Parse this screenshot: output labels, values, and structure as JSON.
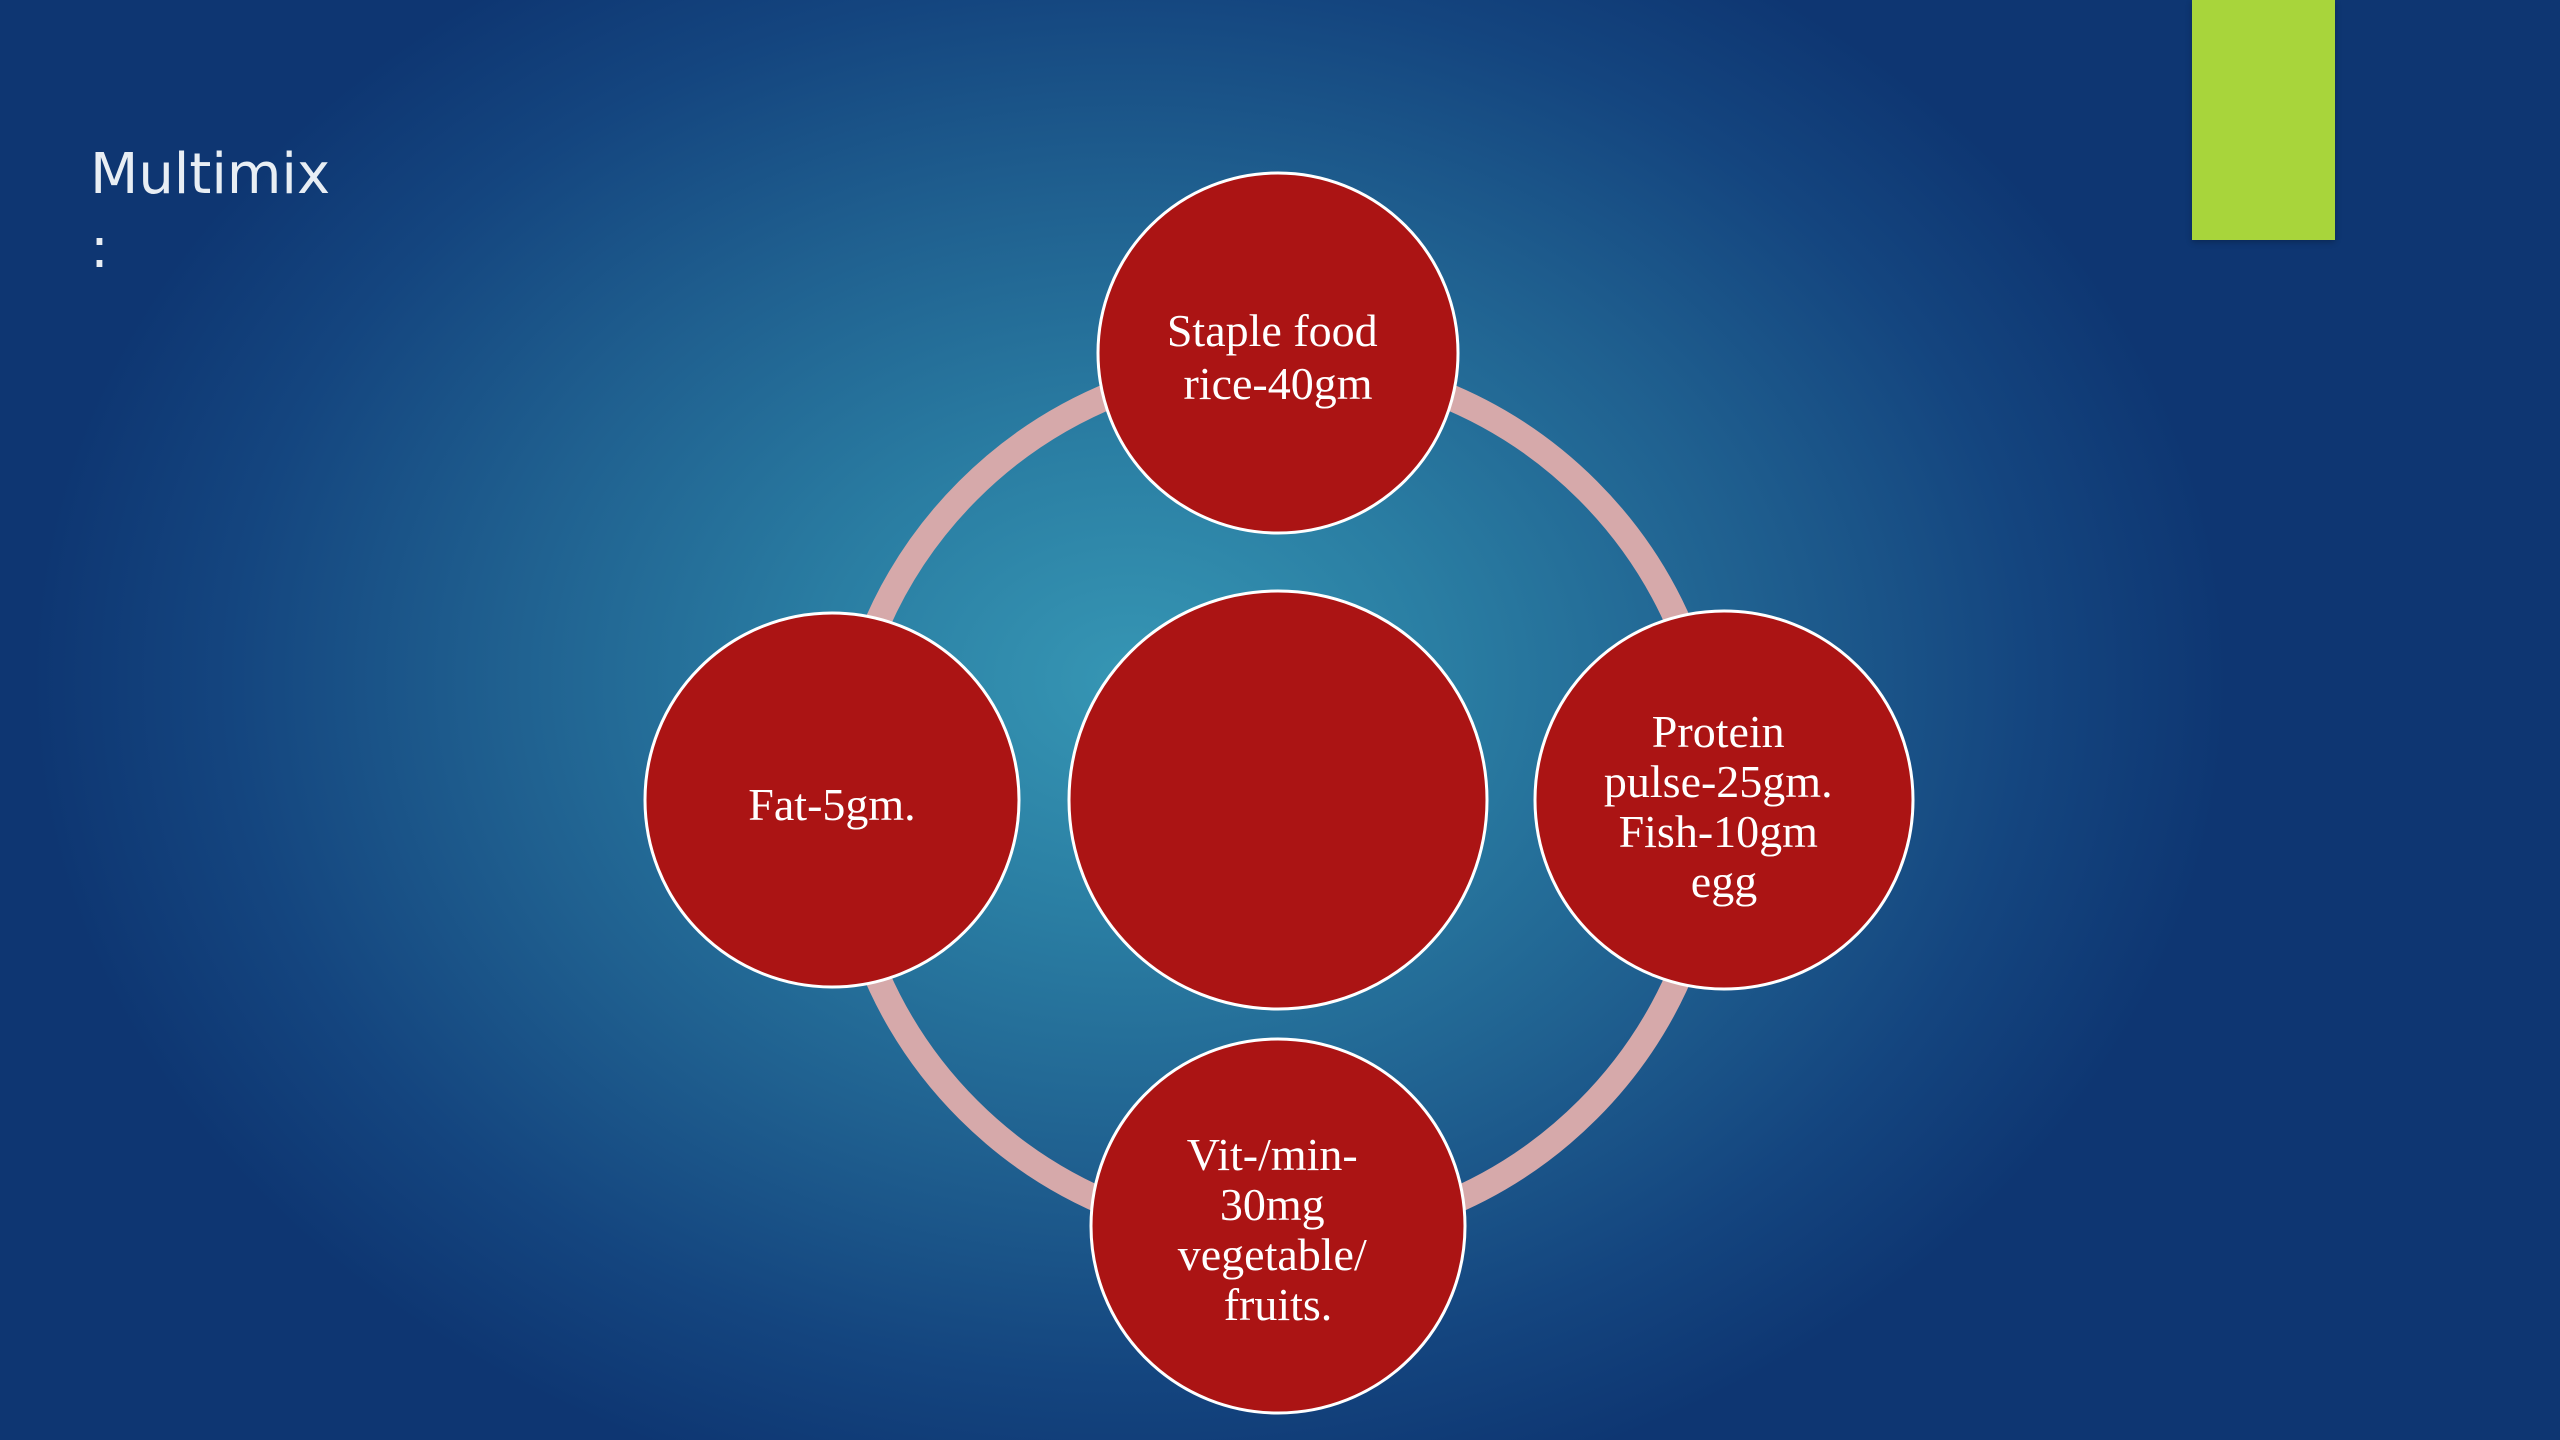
{
  "slide": {
    "title_line1": "Multimix",
    "title_line2": ":",
    "accent_color": "#a8d53b"
  },
  "diagram": {
    "ring_color": "#d6a9aa",
    "node_color": "#ab1414",
    "node_stroke": "#ffffff",
    "center": {
      "label_lines": []
    },
    "nodes": [
      {
        "id": "staple",
        "label_lines": [
          "Staple food",
          "rice-40gm"
        ]
      },
      {
        "id": "protein",
        "label_lines": [
          "Protein",
          "pulse-25gm.",
          "Fish-10gm",
          "egg"
        ]
      },
      {
        "id": "vitmin",
        "label_lines": [
          "Vit-/min-",
          "30mg",
          "vegetable/",
          "fruits."
        ]
      },
      {
        "id": "fat",
        "label_lines": [
          "Fat-5gm."
        ]
      }
    ]
  }
}
